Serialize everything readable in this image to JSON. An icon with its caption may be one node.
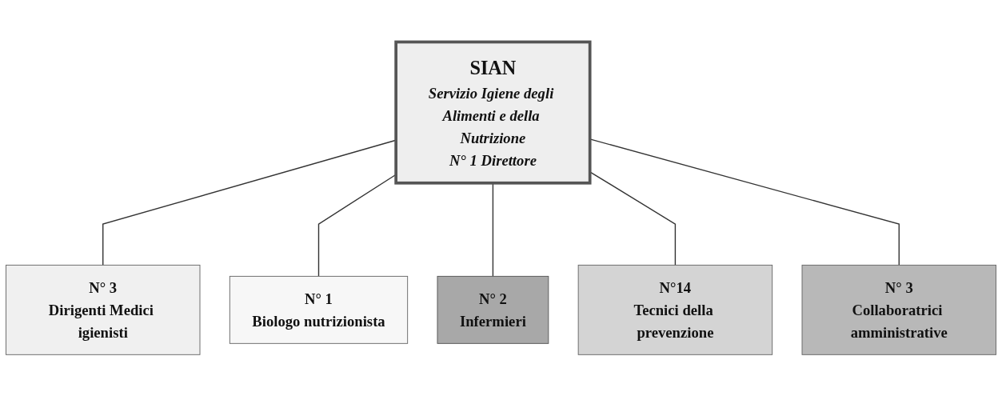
{
  "diagram": {
    "nodes": [
      {
        "text": [
          "SIAN",
          "Servizio Igiene degli Alimenti e della Nutrizione",
          "N° 1 Direttore"
        ]
      },
      {
        "text": [
          "N° 3",
          "Dirigenti Medici igienisti"
        ]
      },
      {
        "text": [
          "N° 1",
          "Biologo nutrizionista"
        ]
      },
      {
        "text": [
          "N° 2",
          "Infermieri"
        ]
      },
      {
        "text": [
          "N°14",
          "Tecnici della prevenzione"
        ]
      },
      {
        "text": [
          "N° 3",
          "Collaboratrici amministrative"
        ]
      }
    ],
    "edges": [
      {
        "from": 0,
        "to": 1,
        "arrow": "none"
      },
      {
        "from": 0,
        "to": 2,
        "arrow": "none"
      },
      {
        "from": 0,
        "to": 3,
        "arrow": "none"
      },
      {
        "from": 0,
        "to": 4,
        "arrow": "none"
      },
      {
        "from": 0,
        "to": 5,
        "arrow": "none"
      }
    ]
  }
}
